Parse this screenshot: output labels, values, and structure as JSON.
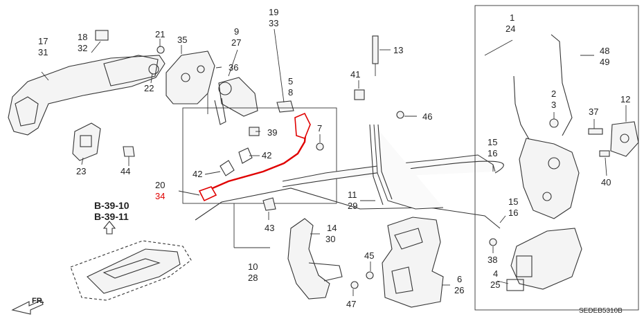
{
  "diagram_code": "SEDEB5310B",
  "direction_label": "FR.",
  "reference_labels": [
    "B-39-10",
    "B-39-11"
  ],
  "highlight_color": "#e00000",
  "callouts": [
    {
      "id": "c1731",
      "lines": [
        "17",
        "31"
      ]
    },
    {
      "id": "c1832",
      "lines": [
        "18",
        "32"
      ]
    },
    {
      "id": "c21",
      "lines": [
        "21"
      ]
    },
    {
      "id": "c22",
      "lines": [
        "22"
      ]
    },
    {
      "id": "c23",
      "lines": [
        "23"
      ]
    },
    {
      "id": "c44",
      "lines": [
        "44"
      ]
    },
    {
      "id": "c35",
      "lines": [
        "35"
      ]
    },
    {
      "id": "c927",
      "lines": [
        "9",
        "27"
      ]
    },
    {
      "id": "c36",
      "lines": [
        "36"
      ]
    },
    {
      "id": "c1933",
      "lines": [
        "19",
        "33"
      ]
    },
    {
      "id": "c58",
      "lines": [
        "5",
        "8"
      ]
    },
    {
      "id": "c39",
      "lines": [
        "39"
      ]
    },
    {
      "id": "c7",
      "lines": [
        "7"
      ]
    },
    {
      "id": "c42a",
      "lines": [
        "42"
      ]
    },
    {
      "id": "c42b",
      "lines": [
        "42"
      ]
    },
    {
      "id": "c2034",
      "lines": [
        "20",
        "34"
      ]
    },
    {
      "id": "c13",
      "lines": [
        "13"
      ]
    },
    {
      "id": "c41",
      "lines": [
        "41"
      ]
    },
    {
      "id": "c46",
      "lines": [
        "46"
      ]
    },
    {
      "id": "c1129",
      "lines": [
        "11",
        "29"
      ]
    },
    {
      "id": "c43",
      "lines": [
        "43"
      ]
    },
    {
      "id": "c1028",
      "lines": [
        "10",
        "28"
      ]
    },
    {
      "id": "c1430",
      "lines": [
        "14",
        "30"
      ]
    },
    {
      "id": "c45",
      "lines": [
        "45"
      ]
    },
    {
      "id": "c47",
      "lines": [
        "47"
      ]
    },
    {
      "id": "c626",
      "lines": [
        "6",
        "26"
      ]
    },
    {
      "id": "c124",
      "lines": [
        "1",
        "24"
      ]
    },
    {
      "id": "c4849",
      "lines": [
        "48",
        "49"
      ]
    },
    {
      "id": "c23b",
      "lines": [
        "2",
        "3"
      ]
    },
    {
      "id": "c1516a",
      "lines": [
        "15",
        "16"
      ]
    },
    {
      "id": "c1516b",
      "lines": [
        "15",
        "16"
      ]
    },
    {
      "id": "c38",
      "lines": [
        "38"
      ]
    },
    {
      "id": "c425",
      "lines": [
        "4",
        "25"
      ]
    },
    {
      "id": "c37",
      "lines": [
        "37"
      ]
    },
    {
      "id": "c12",
      "lines": [
        "12"
      ]
    },
    {
      "id": "c40",
      "lines": [
        "40"
      ]
    }
  ]
}
